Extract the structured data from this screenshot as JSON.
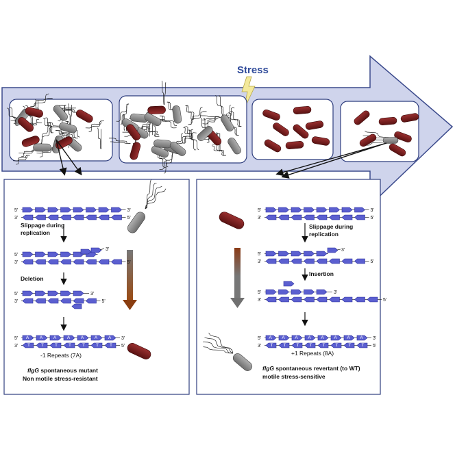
{
  "banner": {
    "stress_label": "Stress"
  },
  "left_panel": {
    "step1": [
      "Slippage during",
      "replication"
    ],
    "step2": "Deletion",
    "repeat_label": "-1 Repeats (7A)",
    "result_gene": "flgG",
    "result_rest": " spontaneous mutant",
    "result_line2": "Non motile stress-resistant"
  },
  "right_panel": {
    "step1": [
      "Slippage during",
      "replication"
    ],
    "step2": "Insertion",
    "repeat_label": "+1 Repeats (8A)",
    "result_gene": "flgG",
    "result_rest": " spontaneous revertant (to WT)",
    "result_line2": "motile stress-sensitive"
  },
  "strand_labels": {
    "five": "5'",
    "three": "3'"
  },
  "bases": {
    "top": "A",
    "bottom": "T"
  },
  "colors": {
    "arrow_fill": "#cfd4ec",
    "arrow_stroke": "#3b4a8c",
    "panel_stroke": "#2f3e7e",
    "block": "#5b5fd0",
    "block_stroke": "#2b2f9a",
    "red_cell": "#7a1f1f",
    "grey_cell": "#8a8a8a",
    "bolt": "#f3e99b"
  }
}
